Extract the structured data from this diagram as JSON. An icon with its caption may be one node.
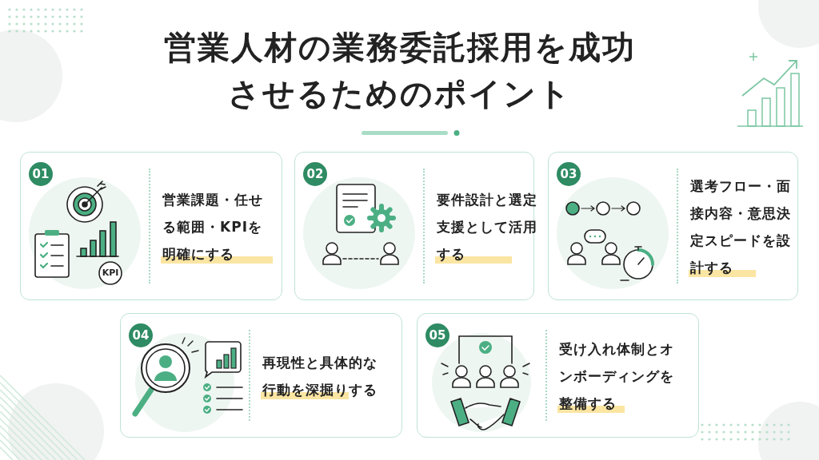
{
  "diagram": {
    "title": "営業人材の業務委託採用を成功させるためのポイント",
    "nodes": [
      {
        "text": [
          "01",
          "営業課題・任せる範囲・KPIを明確にする"
        ]
      },
      {
        "text": [
          "02",
          "要件設計と選定支援として活用する"
        ]
      },
      {
        "text": [
          "03",
          "選考フロー・面接内容・意思決定スピードを設計する"
        ]
      },
      {
        "text": [
          "04",
          "再現性と具体的な行動を深掘りする"
        ]
      },
      {
        "text": [
          "05",
          "受け入れ体制とオンボーディングを整備する"
        ]
      }
    ],
    "labels": [
      "KPI"
    ]
  }
}
